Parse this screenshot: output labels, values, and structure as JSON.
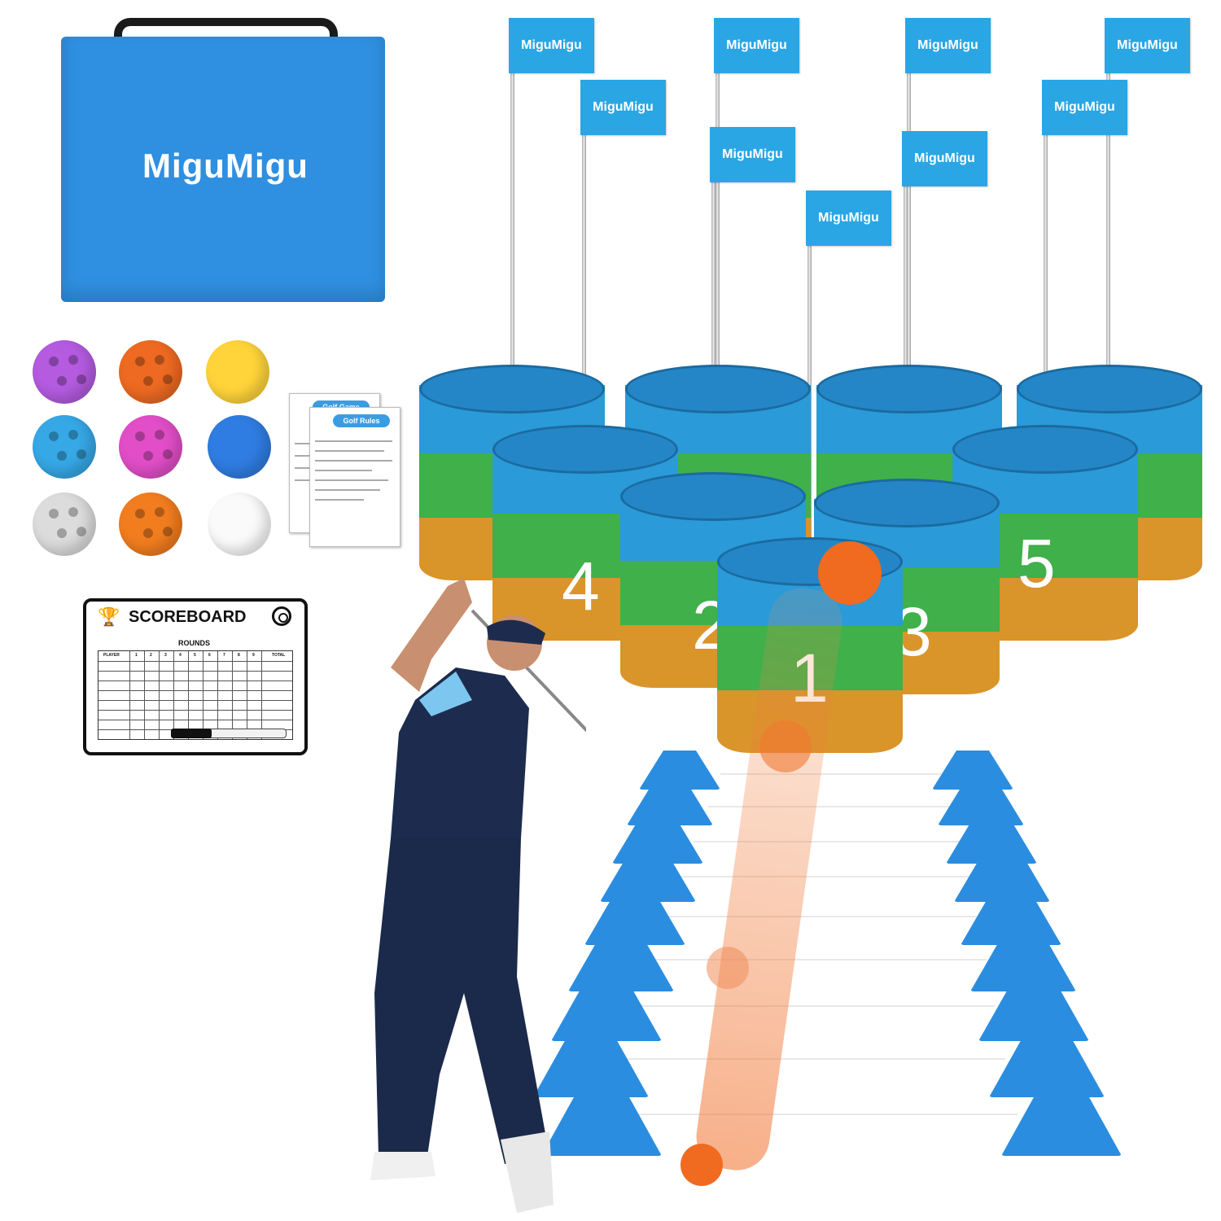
{
  "brand": "MiguMigu",
  "bag": {
    "logo": "MiguMigu",
    "color": "#2f8fe0"
  },
  "flags": {
    "label": "MiguMigu",
    "color": "#2aa6e4"
  },
  "buckets": {
    "numbers": [
      "4",
      "2",
      "1",
      "3",
      "5"
    ]
  },
  "balls": {
    "colors": [
      "#b45be0",
      "#ee6a22",
      "#ffd43a",
      "#36a8e6",
      "#e14ec7",
      "#2f7de2",
      "#dcdcdc",
      "#f27d1f",
      "#fafafa"
    ],
    "icons": [
      "wiffle-ball-icon",
      "golf-ball-icon"
    ]
  },
  "rules_cards": {
    "card1_title": "Golf Game",
    "card2_title": "Golf Rules"
  },
  "scoreboard": {
    "title": "SCOREBOARD",
    "rounds_label": "ROUNDS",
    "player_label": "PLAYER",
    "round_numbers": [
      "1",
      "2",
      "3",
      "4",
      "5",
      "6",
      "7",
      "8",
      "9"
    ],
    "total_label": "TOTAL",
    "icons": [
      "trophy-icon",
      "target-icon"
    ]
  },
  "colors": {
    "blue": "#2a9ad8",
    "green": "#3fb04a",
    "orange": "#d9942a",
    "cone": "#2b8de0",
    "ball_orange": "#f06a20"
  }
}
